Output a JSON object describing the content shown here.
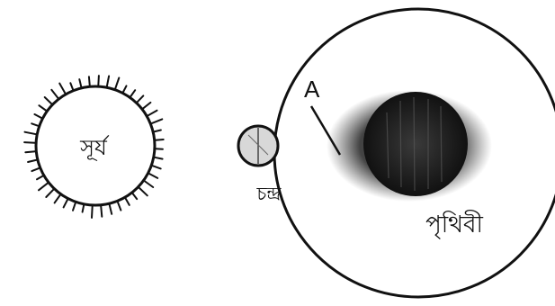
{
  "diagram": {
    "labels": {
      "sun": "সূর্য",
      "moon": "চন্দ্র",
      "earth": "পৃথিবী",
      "pointer": "A"
    },
    "colors": {
      "ink": "#111111",
      "shadow": "#2a2a2a",
      "background": "#ffffff"
    }
  }
}
